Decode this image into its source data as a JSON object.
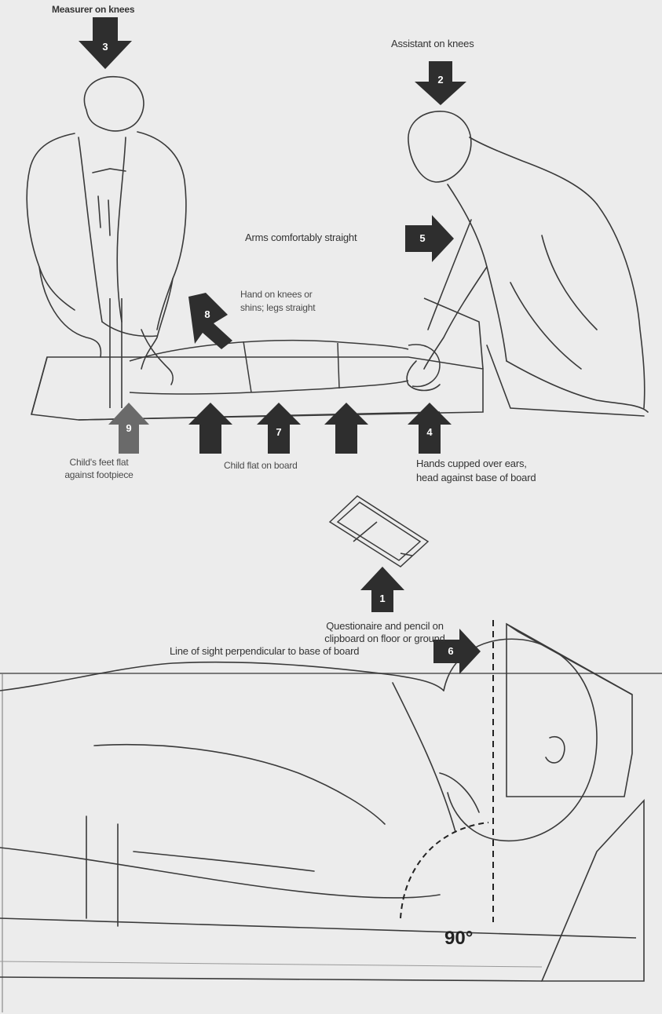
{
  "labels": {
    "measurer": "Measurer on knees",
    "assistant": "Assistant on knees",
    "arms": "Arms comfortably straight",
    "hand_line1": "Hand on knees or",
    "hand_line2": "shins; legs straight",
    "feet_line1": "Child's feet flat",
    "feet_line2": "against footpiece",
    "flat": "Child flat on board",
    "hands_line1": "Hands cupped over ears,",
    "hands_line2": "head against base of board",
    "quest_line1": "Questionaire and pencil on",
    "quest_line2": "clipboard on floor or ground",
    "sight": "Line of sight perpendicular to base of board",
    "angle": "90°"
  },
  "steps": {
    "s1": "1",
    "s2": "2",
    "s3": "3",
    "s4": "4",
    "s5": "5",
    "s6": "6",
    "s7": "7",
    "s8": "8",
    "s9": "9"
  },
  "colors": {
    "arrow": "#2e2e2e",
    "arrow_light": "#6a6a6a",
    "line": "#3a3a3a",
    "paper": "#ececec"
  }
}
